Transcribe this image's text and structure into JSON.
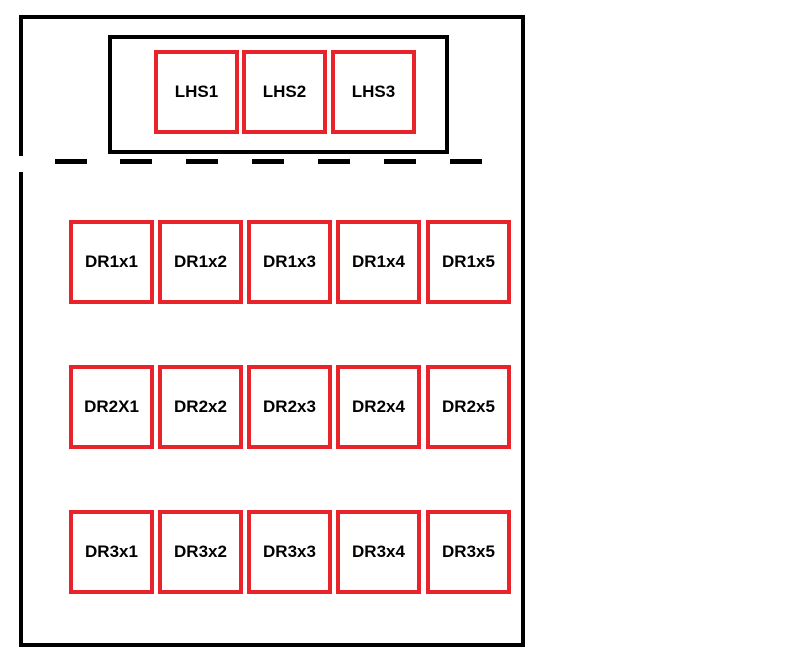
{
  "lhs": [
    "LHS1",
    "LHS2",
    "LHS3"
  ],
  "rows": [
    [
      "DR1x1",
      "DR1x2",
      "DR1x3",
      "DR1x4",
      "DR1x5"
    ],
    [
      "DR2X1",
      "DR2x2",
      "DR2x3",
      "DR2x4",
      "DR2x5"
    ],
    [
      "DR3x1",
      "DR3x2",
      "DR3x3",
      "DR3x4",
      "DR3x5"
    ]
  ],
  "colors": {
    "box_border": "#e8242a",
    "frame": "#000000"
  }
}
